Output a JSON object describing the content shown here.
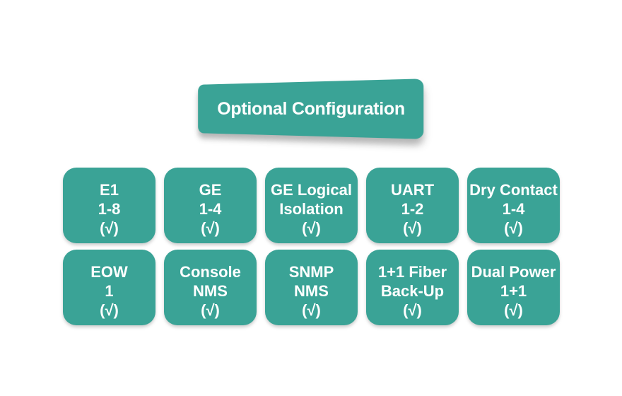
{
  "banner": {
    "title": "Optional Configuration"
  },
  "colors": {
    "teal": "#3aa396",
    "text_on_teal": "#ffffff"
  },
  "boxes": [
    {
      "lines": [
        "E1",
        "1-8",
        "(√)"
      ]
    },
    {
      "lines": [
        "GE",
        "1-4",
        "(√)"
      ]
    },
    {
      "lines": [
        "GE Logical",
        "Isolation",
        "(√)"
      ]
    },
    {
      "lines": [
        "UART",
        "1-2",
        "(√)"
      ]
    },
    {
      "lines": [
        "Dry Contact",
        "1-4",
        "(√)"
      ]
    },
    {
      "lines": [
        "EOW",
        "1",
        "(√)"
      ]
    },
    {
      "lines": [
        "Console",
        "NMS",
        "(√)"
      ]
    },
    {
      "lines": [
        "SNMP",
        "NMS",
        "(√)"
      ]
    },
    {
      "lines": [
        "1+1 Fiber",
        "Back-Up",
        "(√)"
      ]
    },
    {
      "lines": [
        "Dual Power",
        "1+1",
        "(√)"
      ]
    }
  ]
}
